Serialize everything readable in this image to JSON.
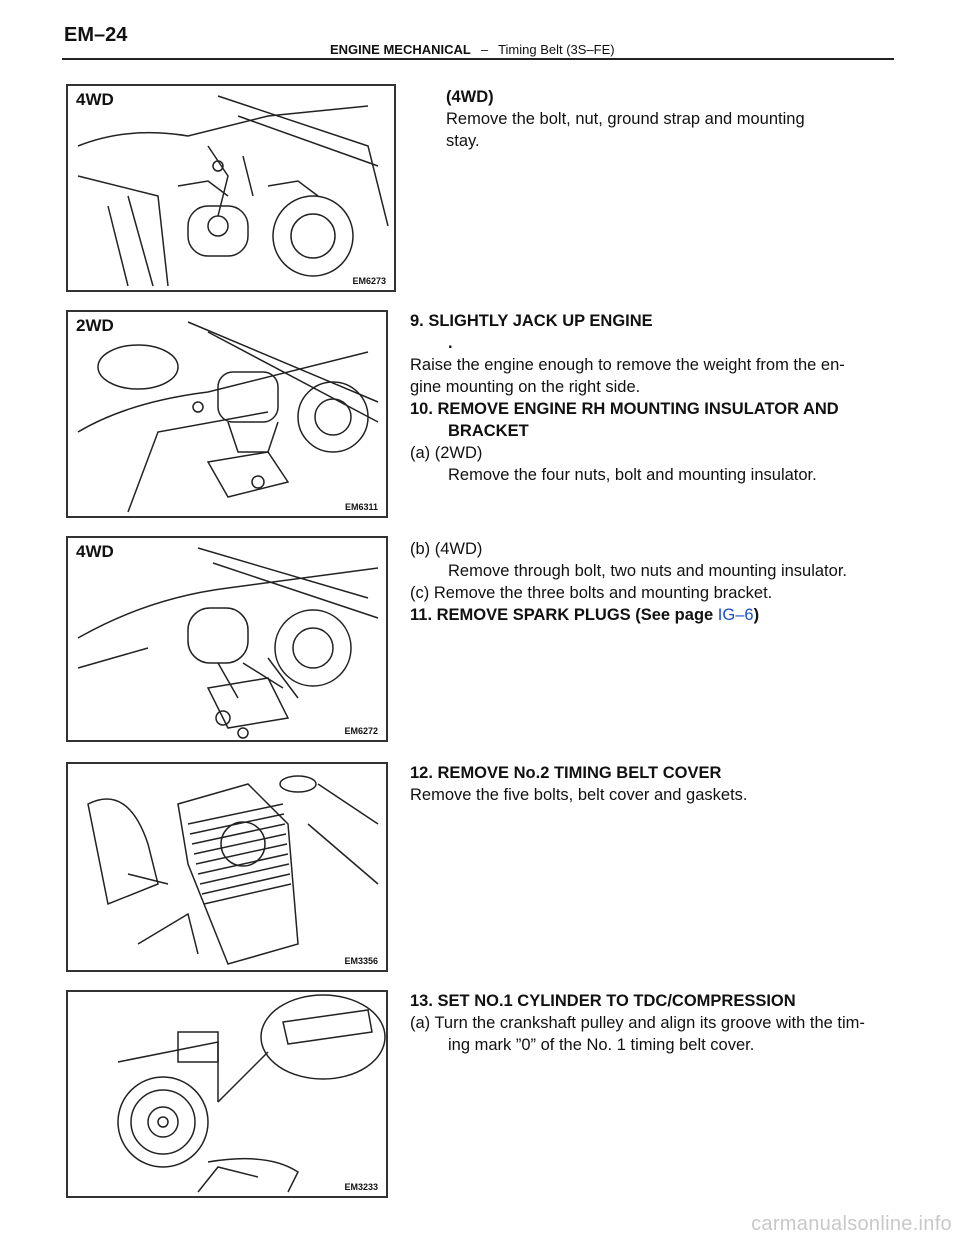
{
  "header": {
    "page_number": "EM–24",
    "section": "ENGINE MECHANICAL",
    "separator": "–",
    "subsection": "Timing Belt (3S–FE)"
  },
  "figures": [
    {
      "tag": "4WD",
      "code": "EM6273"
    },
    {
      "tag": "2WD",
      "code": "EM6311"
    },
    {
      "tag": "4WD",
      "code": "EM6272"
    },
    {
      "tag": "",
      "code": "EM3356"
    },
    {
      "tag": "",
      "code": "EM3233"
    }
  ],
  "blocks": {
    "b1": {
      "l1": "(4WD)",
      "l2": "Remove the bolt, nut, ground strap and mounting",
      "l3": "stay."
    },
    "b2": {
      "l1": "9. SLIGHTLY JACK UP ENGINE",
      "l2": ".",
      "l3": "Raise the engine enough to remove the weight from the en-",
      "l4": "gine mounting on the right side.",
      "l5": "10. REMOVE ENGINE RH MOUNTING INSULATOR AND",
      "l6": "BRACKET",
      "l7": "(a) (2WD)",
      "l8": "Remove the four nuts, bolt and mounting insulator."
    },
    "b3": {
      "l1": "(b) (4WD)",
      "l2": "Remove through bolt, two nuts and mounting insulator.",
      "l3": "(c) Remove the three bolts and mounting bracket.",
      "l4": "11. REMOVE SPARK PLUGS (See page",
      "l4_link": "IG–6",
      "l4_end": ")"
    },
    "b4": {
      "l1": "12. REMOVE No.2 TIMING BELT COVER",
      "l2": "Remove the five bolts, belt cover and gaskets."
    },
    "b5": {
      "l1": "13. SET NO.1 CYLINDER TO TDC/COMPRESSION",
      "l2": "(a) Turn the crankshaft pulley and align its groove with the tim-",
      "l3": "ing mark ”0” of the No. 1 timing belt cover."
    }
  },
  "watermark": "carmanualsonline.info"
}
